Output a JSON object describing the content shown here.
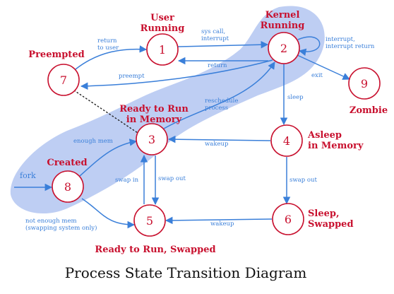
{
  "title": "Process State Transition Diagram",
  "colors": {
    "state": "#c8102e",
    "edge": "#3a7fd9",
    "kernel_region": "#b7c9f2"
  },
  "states": [
    {
      "id": "1",
      "number": "1",
      "name": [
        "User",
        "Running"
      ]
    },
    {
      "id": "2",
      "number": "2",
      "name": [
        "Kernel",
        "Running"
      ]
    },
    {
      "id": "3",
      "number": "3",
      "name": [
        "Ready to Run",
        "in Memory"
      ]
    },
    {
      "id": "4",
      "number": "4",
      "name": [
        "Asleep",
        "in Memory"
      ]
    },
    {
      "id": "5",
      "number": "5",
      "name": [
        "Ready to Run, Swapped"
      ]
    },
    {
      "id": "6",
      "number": "6",
      "name": [
        "Sleep,",
        "Swapped"
      ]
    },
    {
      "id": "7",
      "number": "7",
      "name": [
        "Preempted"
      ]
    },
    {
      "id": "8",
      "number": "8",
      "name": [
        "Created"
      ]
    },
    {
      "id": "9",
      "number": "9",
      "name": [
        "Zombie"
      ]
    }
  ],
  "transitions": [
    {
      "from": "1",
      "to": "2",
      "label": [
        "sys call,",
        "interrupt"
      ]
    },
    {
      "from": "2",
      "to": "1",
      "label": [
        "return"
      ]
    },
    {
      "from": "2",
      "to": "2",
      "label": [
        "interrupt,",
        "interrupt return"
      ]
    },
    {
      "from": "7",
      "to": "1",
      "label": [
        "return",
        "to user"
      ]
    },
    {
      "from": "2",
      "to": "7",
      "label": [
        "preempt"
      ]
    },
    {
      "from": "2",
      "to": "9",
      "label": [
        "exit"
      ]
    },
    {
      "from": "2",
      "to": "4",
      "label": [
        "sleep"
      ]
    },
    {
      "from": "3",
      "to": "2",
      "label": [
        "reschedule",
        "process"
      ]
    },
    {
      "from": "4",
      "to": "3",
      "label": [
        "wakeup"
      ]
    },
    {
      "from": "4",
      "to": "6",
      "label": [
        "swap out"
      ]
    },
    {
      "from": "6",
      "to": "5",
      "label": [
        "wakeup"
      ]
    },
    {
      "from": "3",
      "to": "5",
      "label": [
        "swap out"
      ]
    },
    {
      "from": "5",
      "to": "3",
      "label": [
        "swap in"
      ]
    },
    {
      "from": "8",
      "to": "3",
      "label": [
        "enough mem"
      ]
    },
    {
      "from": "8",
      "to": "5",
      "label": [
        "not enough mem",
        "(swapping system only)"
      ]
    },
    {
      "from": "entry",
      "to": "8",
      "label": [
        "fork"
      ]
    }
  ]
}
